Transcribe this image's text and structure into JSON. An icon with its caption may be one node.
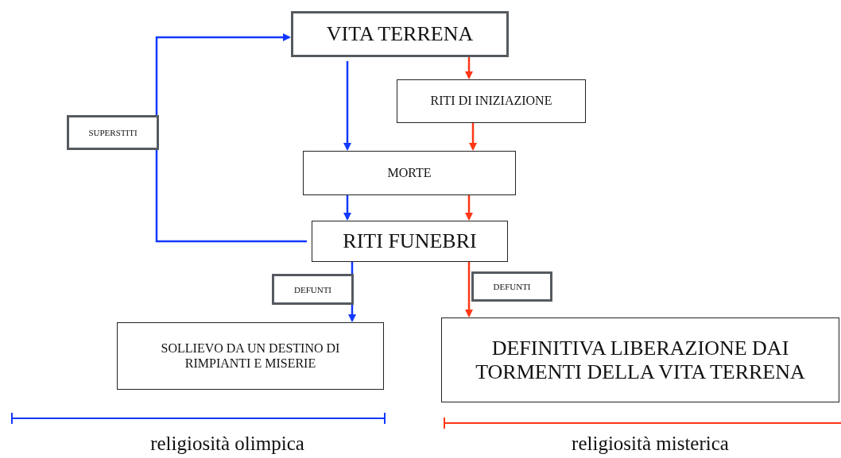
{
  "diagram": {
    "nodes": [
      {
        "text": [
          "VITA TERRENA"
        ]
      },
      {
        "text": [
          "RITI DI INIZIAZIONE"
        ]
      },
      {
        "text": [
          "MORTE"
        ]
      },
      {
        "text": [
          "RITI FUNEBRI"
        ]
      },
      {
        "text": [
          "SOLLIEVO DA UN DESTINO DI RIMPIANTI E MISERIE"
        ]
      },
      {
        "text": [
          "DEFINITIVA LIBERAZIONE DAI TORMENTI DELLA VITA TERRENA"
        ]
      }
    ],
    "edges": [
      {
        "from": 0,
        "to": 2,
        "arrow": "to",
        "color": "#1238ff"
      },
      {
        "from": 0,
        "to": 1,
        "arrow": "to",
        "color": "#ff3716"
      },
      {
        "from": 1,
        "to": 2,
        "arrow": "to",
        "color": "#ff3716"
      },
      {
        "from": 2,
        "to": 3,
        "arrow": "to",
        "color": "#1238ff"
      },
      {
        "from": 2,
        "to": 3,
        "arrow": "to",
        "color": "#ff3716"
      },
      {
        "from": 3,
        "to": 0,
        "arrow": "to",
        "label": "SUPERSTITI",
        "color": "#1238ff"
      },
      {
        "from": 3,
        "to": 4,
        "arrow": "to",
        "label": "DEFUNTI",
        "color": "#1238ff"
      },
      {
        "from": 3,
        "to": 5,
        "arrow": "to",
        "label": "DEFUNTI",
        "color": "#ff3716"
      }
    ],
    "labels": [
      "religiosità olimpica",
      "religiosità misterica"
    ]
  }
}
